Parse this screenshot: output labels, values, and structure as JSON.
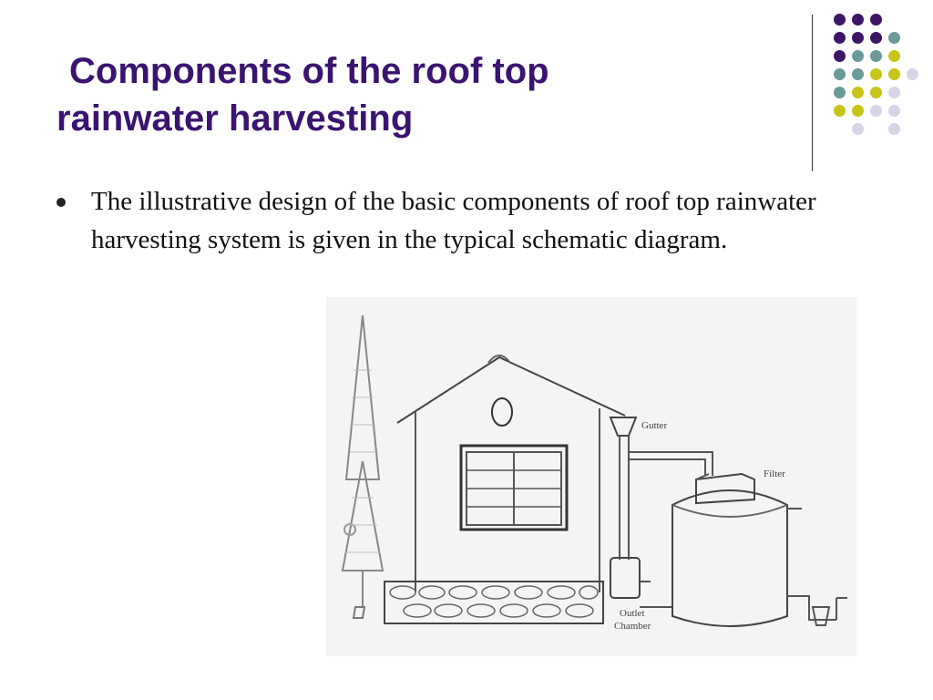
{
  "slide": {
    "title_line1": "Components of the roof top",
    "title_line2": "rainwater harvesting",
    "bullet": "The illustrative design of the basic components of roof top rainwater harvesting system is given in the typical schematic diagram."
  },
  "diagram": {
    "labels": {
      "gutter": "Gutter",
      "filter": "Filter",
      "outlet_line1": "Outlet",
      "outlet_line2": "Chamber"
    }
  },
  "decoration": {
    "colors": {
      "purple": "#3d1566",
      "teal": "#6a9a9a",
      "yellow": "#c7c41a",
      "lavender": "#d8d5e6",
      "title": "#3a1470"
    }
  }
}
